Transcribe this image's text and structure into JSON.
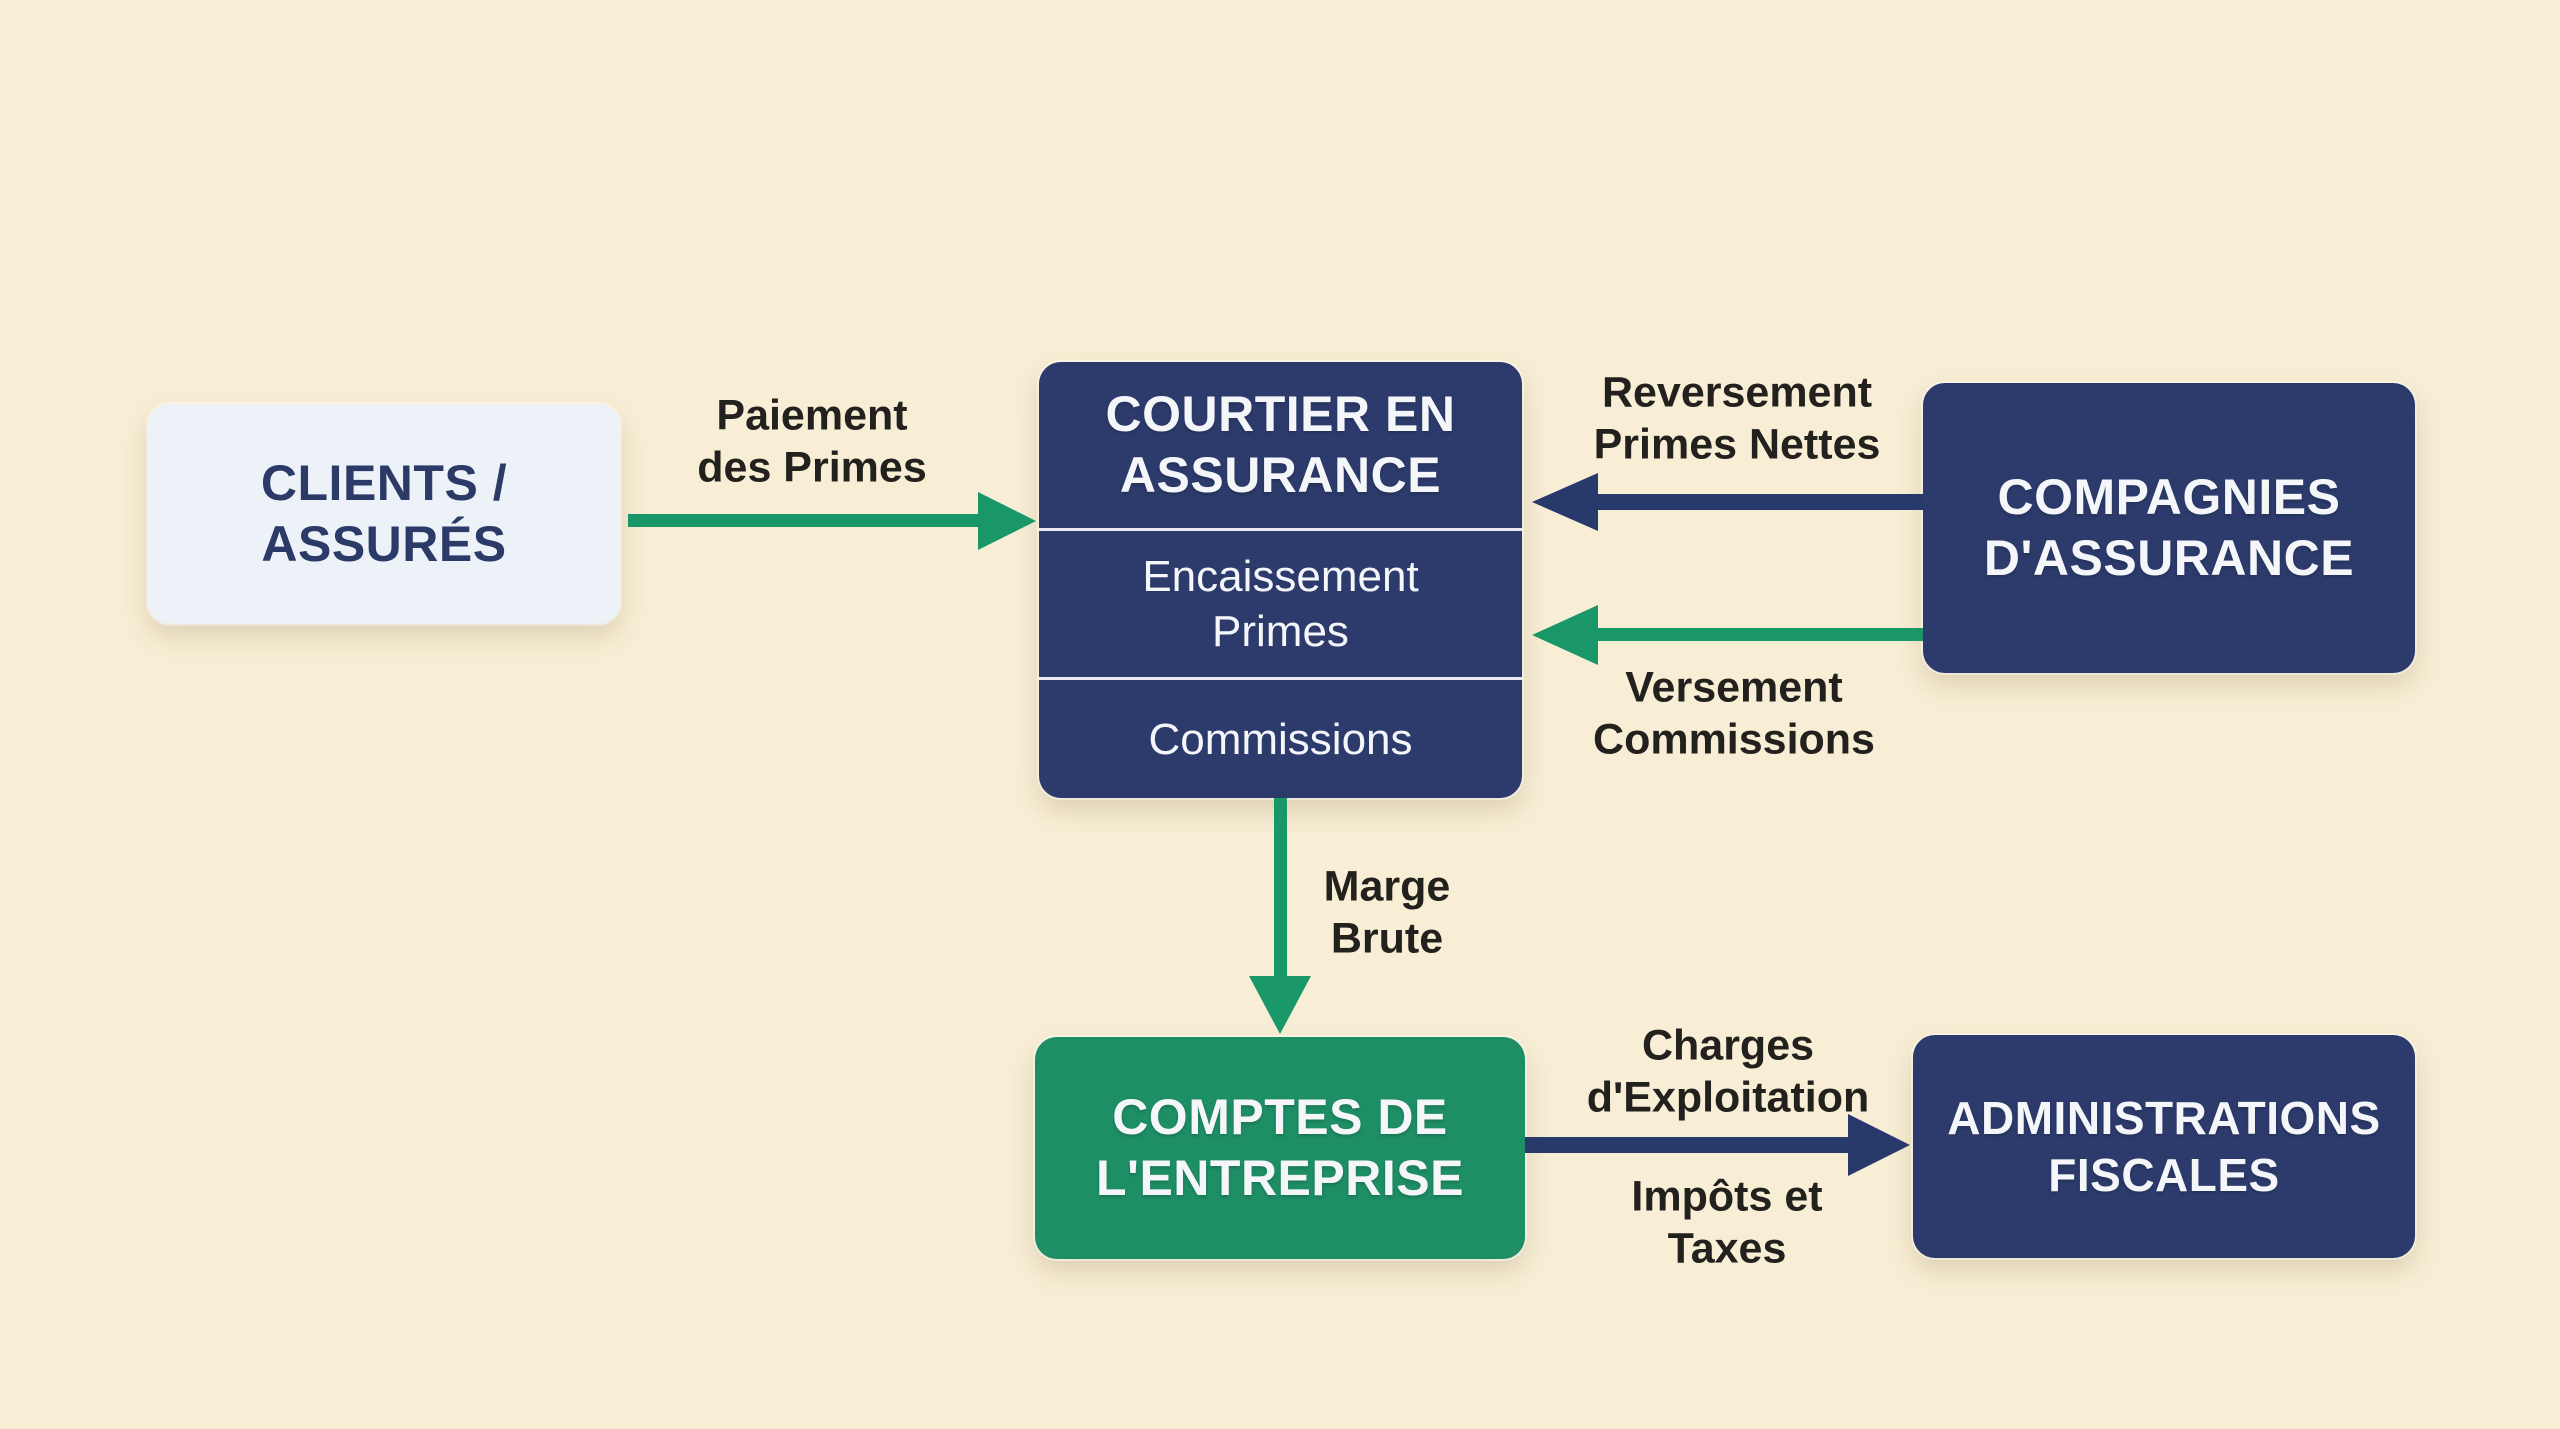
{
  "diagram_type": "flowchart",
  "colors": {
    "cream": "#f8eed5",
    "navy": "#2c3b6c",
    "green": "#1e8e65",
    "light_box": "#edf2f9",
    "arrow_green": "#1a9768",
    "arrow_navy": "#28396b",
    "text_dark": "#22211e",
    "text_navy": "#2b3a66",
    "text_light": "#f4f6f9",
    "divider": "#e7e9ed"
  },
  "nodes": {
    "clients": {
      "label": "CLIENTS /\nASSURÉS"
    },
    "courtier": {
      "title": "COURTIER EN\nASSURANCE",
      "sections": [
        "Encaissement\nPrimes",
        "Commissions"
      ]
    },
    "compagnies": {
      "label": "COMPAGNIES\nD'ASSURANCE"
    },
    "comptes": {
      "label": "COMPTES DE\nL'ENTREPRISE"
    },
    "administrations": {
      "label": "ADMINISTRATIONS\nFISCALES"
    }
  },
  "edges": {
    "paiement": {
      "label": "Paiement\ndes Primes",
      "from": "clients",
      "to": "courtier",
      "color": "green",
      "direction": "right"
    },
    "reversement": {
      "label": "Reversement\nPrimes Nettes",
      "from": "compagnies",
      "to": "courtier",
      "color": "navy",
      "direction": "left"
    },
    "versement": {
      "label": "Versement\nCommissions",
      "from": "compagnies",
      "to": "courtier",
      "color": "green",
      "direction": "left"
    },
    "marge": {
      "label": "Marge\nBrute",
      "from": "courtier",
      "to": "comptes",
      "color": "green",
      "direction": "down"
    },
    "charges": {
      "label": "Charges\nd'Exploitation",
      "from": "comptes",
      "to": "administrations",
      "color": "navy",
      "direction": "right"
    },
    "impots": {
      "label": "Impôts et\nTaxes",
      "from": "comptes",
      "to": "administrations",
      "color": "navy",
      "direction": "right"
    }
  }
}
